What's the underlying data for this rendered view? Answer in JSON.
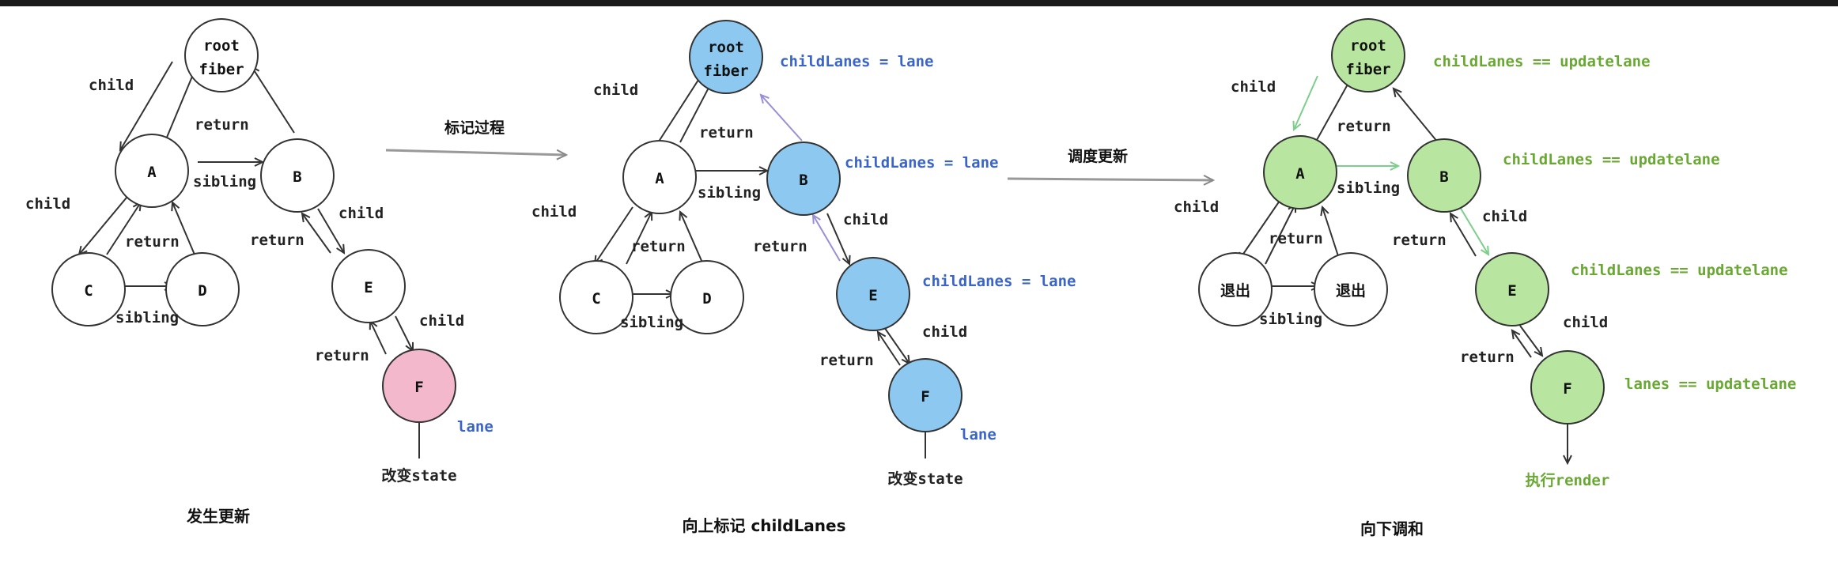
{
  "colors": {
    "stroke": "#333333",
    "pink": "#f3b8cc",
    "blue": "#8cc8f0",
    "green": "#b8e6a0",
    "blue_text": "#3a64c8",
    "green_text": "#6aa834",
    "green_arrow": "#7ccf8a",
    "purple_arrow": "#9a8ed8"
  },
  "labels": {
    "child": "child",
    "return": "return",
    "sibling": "sibling",
    "root": "root",
    "fiber": "fiber",
    "change_state": "改变state",
    "lane": "lane",
    "childlanes_lane": "childLanes = lane",
    "childlanes_update": "childLanes == updatelane",
    "lanes_update": "lanes == updatelane",
    "exit": "退出",
    "exec_render": "执行render"
  },
  "arrows": {
    "mark_process": "标记过程",
    "schedule_update": "调度更新"
  },
  "panels": [
    {
      "caption": "发生更新",
      "nodes": {
        "A": "A",
        "B": "B",
        "C": "C",
        "D": "D",
        "E": "E",
        "F": "F"
      }
    },
    {
      "caption": "向上标记 childLanes",
      "nodes": {
        "A": "A",
        "B": "B",
        "C": "C",
        "D": "D",
        "E": "E",
        "F": "F"
      }
    },
    {
      "caption": "向下调和",
      "nodes": {
        "A": "A",
        "B": "B",
        "C": "退出",
        "D": "退出",
        "E": "E",
        "F": "F"
      }
    }
  ]
}
